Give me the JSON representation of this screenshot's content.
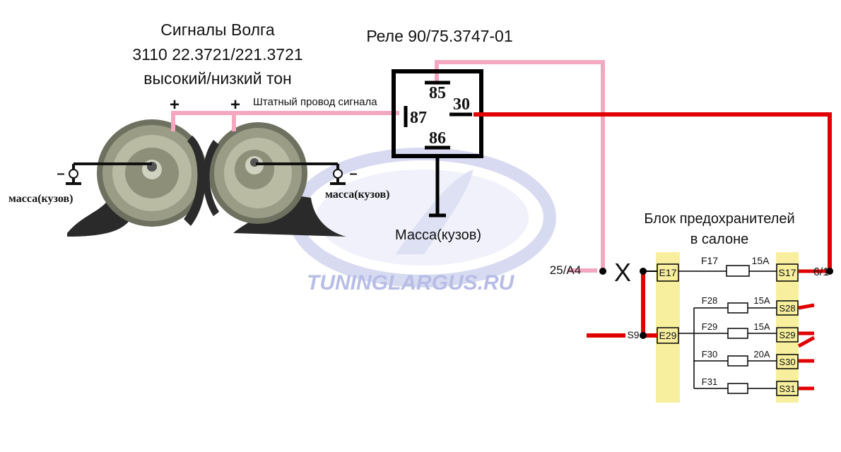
{
  "horns": {
    "title_line1": "Сигналы Волга",
    "title_line2": "3110 22.3721/221.3721",
    "title_line3": "высокий/низкий тон",
    "plus_left": "+",
    "plus_right": "+",
    "minus_left": "–",
    "minus_right": "–",
    "ground_left": "масса(кузов)",
    "ground_right": "масса(кузов)",
    "stock_wire": "Штатный провод сигнала"
  },
  "relay": {
    "title": "Реле 90/75.3747-01",
    "pin_85": "85",
    "pin_87": "87",
    "pin_30": "30",
    "pin_86": "86",
    "ground": "Масса(кузов)"
  },
  "fuse_block": {
    "title_line1": "Блок предохранителей",
    "title_line2": "в салоне",
    "input_left": "25/A4",
    "output_right": "6/1",
    "s9": "S9",
    "cut_mark": "X",
    "left_terminals": [
      "E17",
      "E29"
    ],
    "right_terminals": [
      "S17",
      "S28",
      "S29",
      "S30",
      "S31"
    ],
    "fuses": [
      {
        "name": "F17",
        "rating": "15A"
      },
      {
        "name": "F28",
        "rating": "15A"
      },
      {
        "name": "F29",
        "rating": "15A"
      },
      {
        "name": "F30",
        "rating": "20A"
      },
      {
        "name": "F31",
        "rating": ""
      }
    ]
  },
  "watermark": "TUNINGLARGUS.RU",
  "colors": {
    "pink_wire": "#f4a8c0",
    "red_wire": "#e00000",
    "fuse_block_bg": "#f7ef9e",
    "watermark": "#b7bde6"
  }
}
